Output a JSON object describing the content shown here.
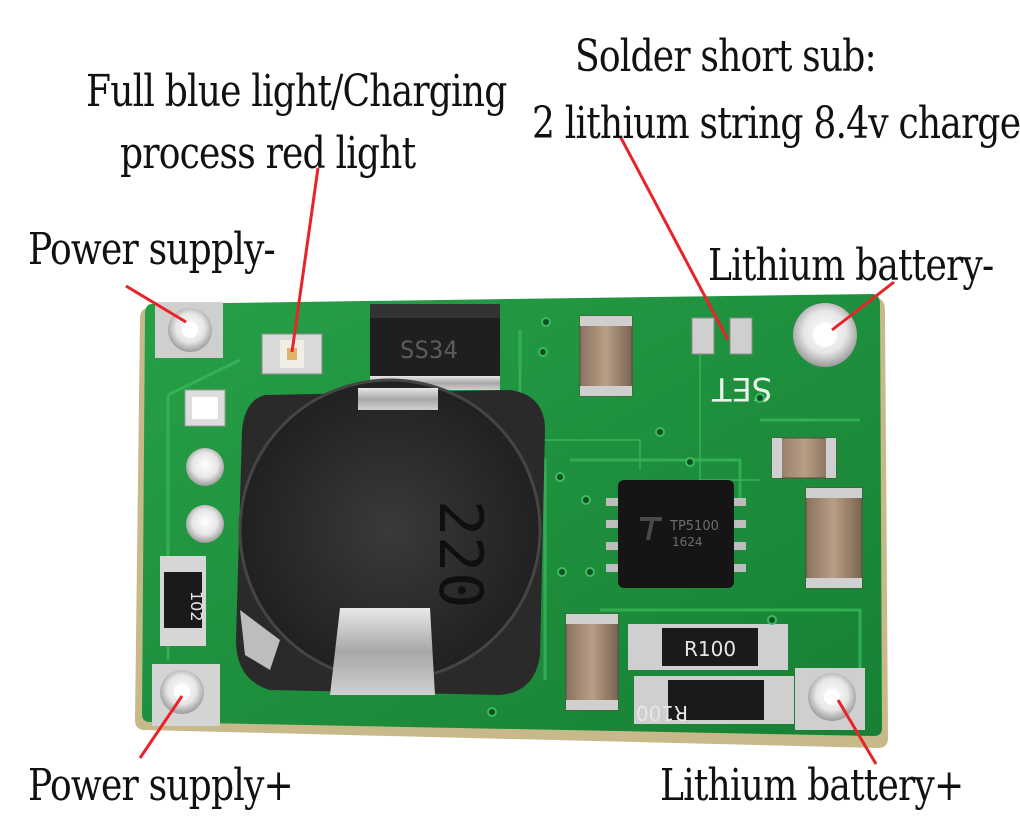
{
  "labels": {
    "full_blue_line1": "Full blue light/Charging",
    "full_blue_line2": "process red light",
    "solder_line1": "Solder short sub:",
    "solder_line2": "2 lithium string 8.4v charge",
    "power_supply_minus": "Power supply-",
    "lithium_battery_minus": "Lithium battery-",
    "power_supply_plus": "Power supply+",
    "lithium_battery_plus": "Lithium battery+"
  },
  "board": {
    "inductor_marking": "220",
    "ic_marking_line1": "TP5100",
    "ic_marking_line2": "1624",
    "diode_marking": "SS34",
    "resistor_top_marking": "R100",
    "resistor_bottom_marking": "R100",
    "small_resistor_marking": "102",
    "silkscreen_set": "SET"
  },
  "colors": {
    "pcb_green": "#1e8a3c",
    "pcb_dark_green": "#176a2d",
    "annotation_red": "#e8232a",
    "pad_silver": "#c9c9c9",
    "inductor_black": "#2b2b2b"
  }
}
